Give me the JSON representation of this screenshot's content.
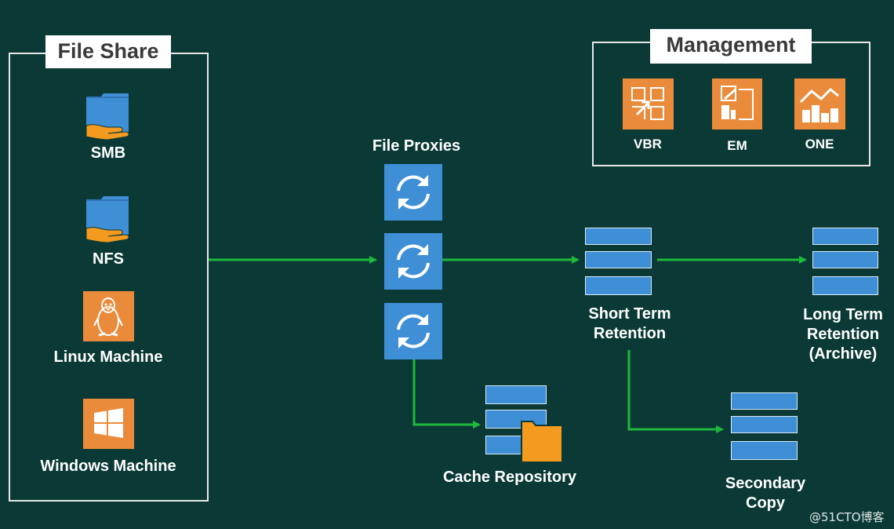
{
  "file_share": {
    "title": "File Share",
    "items": [
      {
        "label": "SMB",
        "icon": "folder-share-icon"
      },
      {
        "label": "NFS",
        "icon": "folder-share-icon"
      },
      {
        "label": "Linux Machine",
        "icon": "linux-penguin-icon"
      },
      {
        "label": "Windows Machine",
        "icon": "windows-logo-icon"
      }
    ]
  },
  "management": {
    "title": "Management",
    "items": [
      {
        "label": "VBR",
        "icon": "vbr-icon"
      },
      {
        "label": "EM",
        "icon": "em-icon"
      },
      {
        "label": "ONE",
        "icon": "one-chart-icon"
      }
    ]
  },
  "file_proxies": {
    "label": "File Proxies",
    "count": 3,
    "icon": "sync-icon"
  },
  "short_term": {
    "label_line1": "Short Term",
    "label_line2": "Retention"
  },
  "long_term": {
    "label_line1": "Long Term",
    "label_line2": "Retention",
    "label_line3": "(Archive)"
  },
  "cache_repository": {
    "label": "Cache Repository"
  },
  "secondary_copy": {
    "label_line1": "Secondary",
    "label_line2": "Copy"
  },
  "watermark": "@51CTO博客",
  "colors": {
    "background": "#0b3a36",
    "arrow": "#1db83a",
    "orange": "#e98b3a",
    "blue": "#3f8fd6",
    "folder_orange": "#f39a1f"
  }
}
